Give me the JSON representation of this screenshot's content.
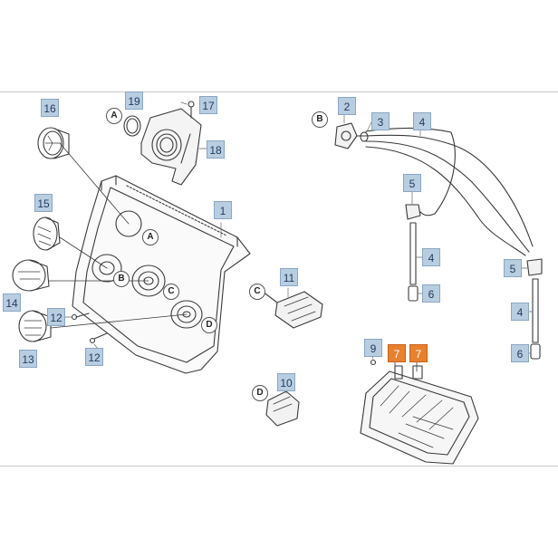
{
  "callouts": [
    {
      "id": "c16",
      "label": "16"
    },
    {
      "id": "c19",
      "label": "19"
    },
    {
      "id": "c17",
      "label": "17"
    },
    {
      "id": "c18",
      "label": "18"
    },
    {
      "id": "c15",
      "label": "15"
    },
    {
      "id": "c1",
      "label": "1"
    },
    {
      "id": "c14",
      "label": "14"
    },
    {
      "id": "c12a",
      "label": "12"
    },
    {
      "id": "c12b",
      "label": "12"
    },
    {
      "id": "c13",
      "label": "13"
    },
    {
      "id": "c2",
      "label": "2"
    },
    {
      "id": "c3",
      "label": "3"
    },
    {
      "id": "c4a",
      "label": "4"
    },
    {
      "id": "c5a",
      "label": "5"
    },
    {
      "id": "c4b",
      "label": "4"
    },
    {
      "id": "c6a",
      "label": "6"
    },
    {
      "id": "c11",
      "label": "11"
    },
    {
      "id": "c5b",
      "label": "5"
    },
    {
      "id": "c4c",
      "label": "4"
    },
    {
      "id": "c6b",
      "label": "6"
    },
    {
      "id": "c9",
      "label": "9"
    },
    {
      "id": "c7a",
      "label": "7",
      "highlight": true
    },
    {
      "id": "c7b",
      "label": "7",
      "highlight": true
    },
    {
      "id": "c10",
      "label": "10"
    }
  ],
  "markers": {
    "a1": "A",
    "a2": "A",
    "b1": "B",
    "b2": "B",
    "c1": "C",
    "c2": "C",
    "d1": "D",
    "d2": "D"
  },
  "colors": {
    "line": "#3a3a3a",
    "callout_fill": "#b9cde1",
    "callout_highlight": "#e8802e"
  }
}
